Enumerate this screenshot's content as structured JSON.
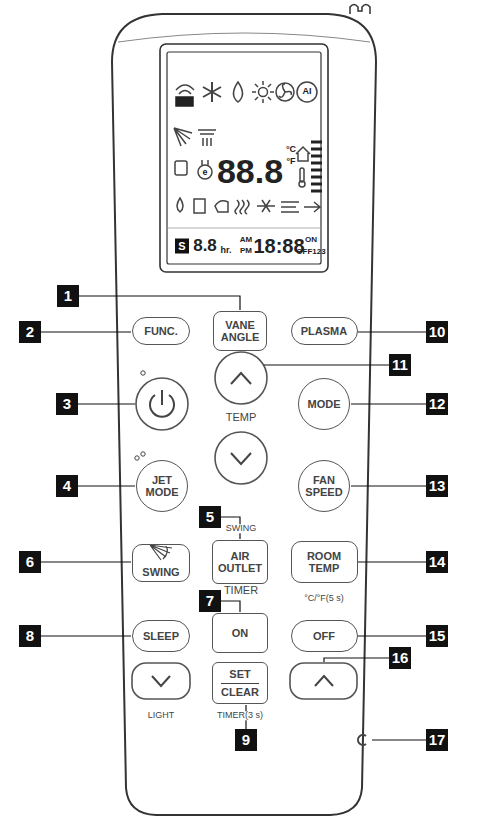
{
  "diagram": {
    "nodes": [
      {
        "text": [
          "FUNC."
        ]
      },
      {
        "text": [
          "VANE ANGLE"
        ]
      },
      {
        "text": [
          "PLASMA"
        ]
      },
      {
        "text": [
          "MODE"
        ]
      },
      {
        "text": [
          "JET MODE"
        ]
      },
      {
        "text": [
          "FAN SPEED"
        ]
      },
      {
        "text": [
          "SWING"
        ]
      },
      {
        "text": [
          "AIR OUTLET"
        ]
      },
      {
        "text": [
          "ROOM TEMP"
        ]
      },
      {
        "text": [
          "SLEEP"
        ]
      },
      {
        "text": [
          "ON"
        ]
      },
      {
        "text": [
          "OFF"
        ]
      },
      {
        "text": [
          "SET",
          "CLEAR"
        ]
      }
    ],
    "labels": [
      "1",
      "2",
      "3",
      "4",
      "5",
      "6",
      "7",
      "8",
      "9",
      "10",
      "11",
      "12",
      "13",
      "14",
      "15",
      "16",
      "17",
      "TEMP",
      "SWING",
      "TIMER",
      "°C/°F(5 s)",
      "LIGHT",
      "TIMER(3 s)",
      "88.8",
      "°C",
      "°F",
      "S",
      "8.8",
      "hr.",
      "AM",
      "PM",
      "18:88",
      "ON",
      "OFF123",
      "AI",
      "e"
    ]
  }
}
